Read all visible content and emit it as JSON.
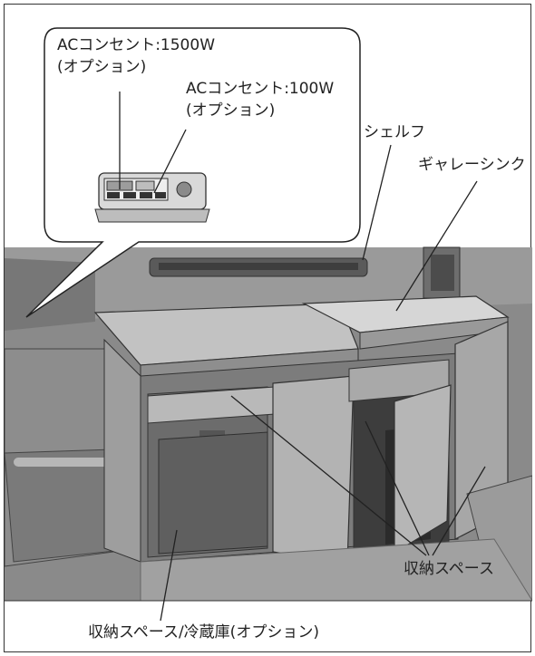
{
  "callout": {
    "line1_a": "ACコンセント:1500W",
    "line1_b": "(オプション)",
    "line2_a": "ACコンセント:100W",
    "line2_b": "(オプション)"
  },
  "labels": {
    "shelf": "シェルフ",
    "galley_sink": "ギャレーシンク",
    "storage_right": "収納スペース",
    "storage_fridge": "収納スペース/冷蔵庫(オプション)"
  }
}
